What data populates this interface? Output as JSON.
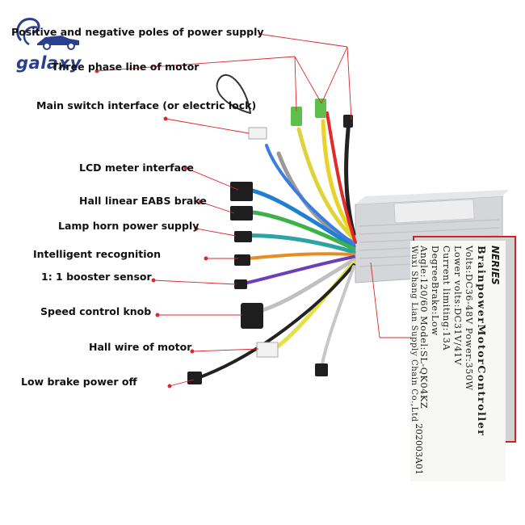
{
  "logo": {
    "text": "galaxy"
  },
  "callouts": [
    {
      "id": "power-poles",
      "label": "Positive and negative poles of power supply"
    },
    {
      "id": "three-phase",
      "label": "Three phase line of motor"
    },
    {
      "id": "main-switch",
      "label": "Main switch interface (or electric lock)"
    },
    {
      "id": "lcd-meter",
      "label": "LCD meter interface"
    },
    {
      "id": "hall-eabs",
      "label": "Hall linear EABS brake"
    },
    {
      "id": "lamp-horn",
      "label": "Lamp horn power supply"
    },
    {
      "id": "intelligent",
      "label": "Intelligent recognition"
    },
    {
      "id": "booster",
      "label": "1: 1 booster sensor"
    },
    {
      "id": "speed-knob",
      "label": "Speed control knob"
    },
    {
      "id": "hall-wire",
      "label": "Hall wire of motor"
    },
    {
      "id": "low-brake",
      "label": "Low brake power off"
    }
  ],
  "label": {
    "brand": "NERIES",
    "title": "BrainpowerMotorController",
    "lines": [
      "Volts:DC36-48V  Power:350W",
      "Lower volts:DC31V/41V",
      "Current limiting:13A",
      "DegreeBrake:Low",
      "Angle:120/60 Model:SL-QK04KZ",
      "Wuxi Shang Lian Supply Chain Co.,Ltd"
    ],
    "code": "202003A01"
  },
  "colors": {
    "callout_line": "#d9272e",
    "controller_body": "#dcdde0",
    "label_border": "#c7262d"
  }
}
